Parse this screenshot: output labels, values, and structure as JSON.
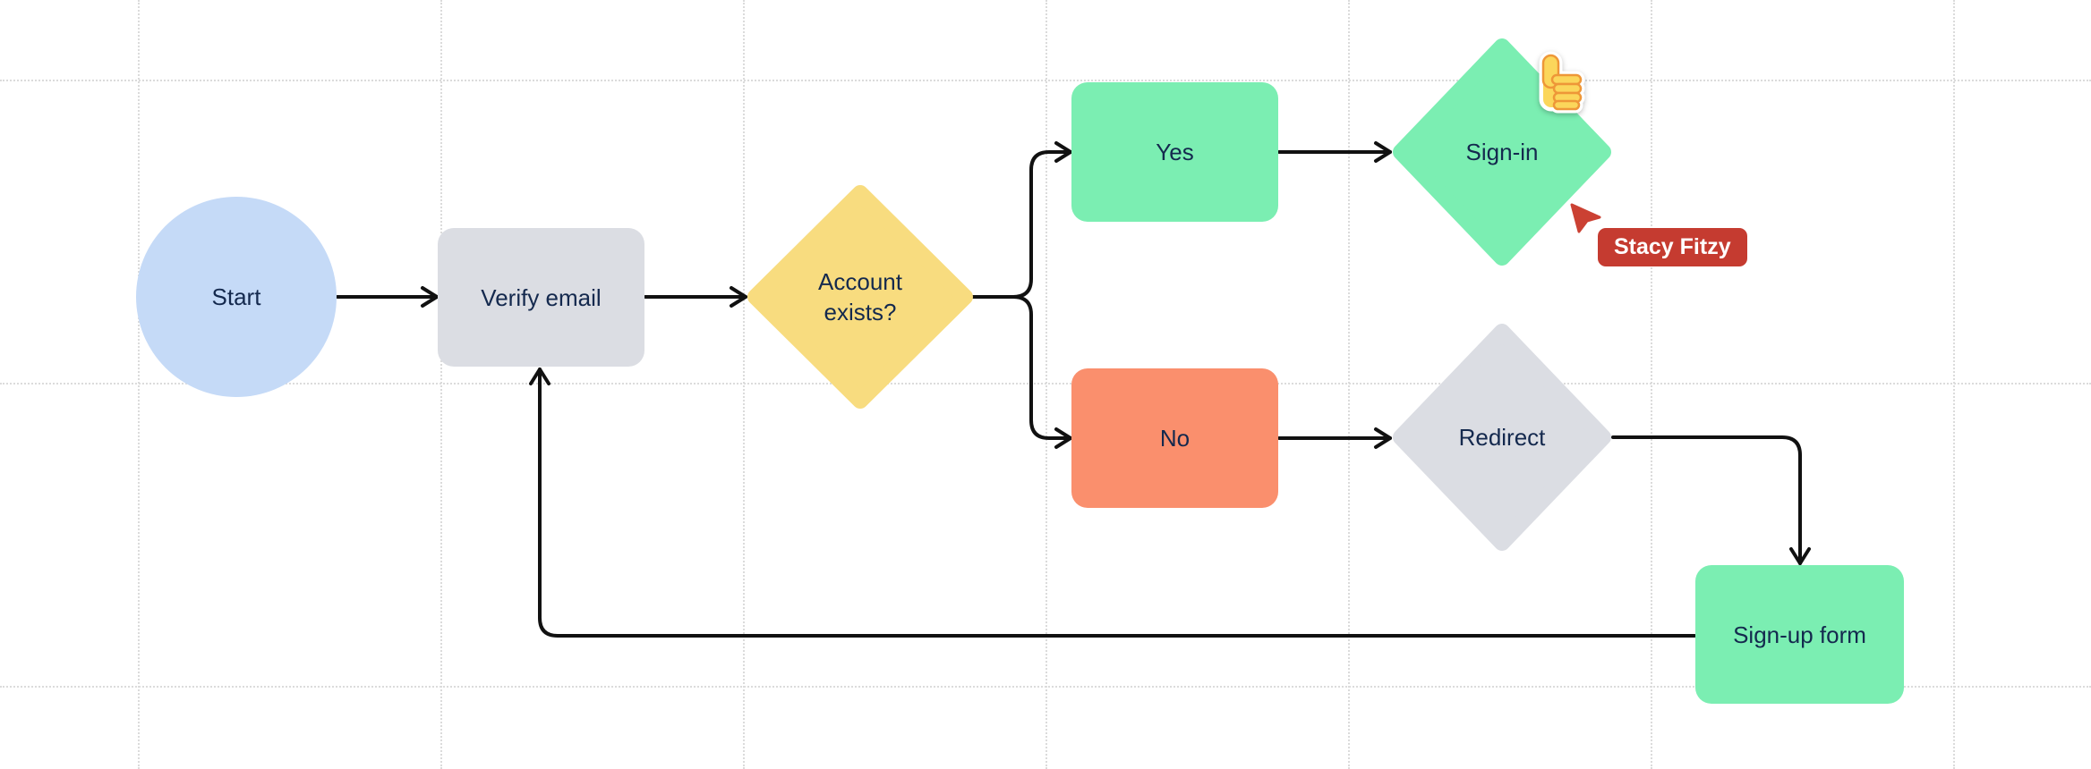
{
  "app": {
    "type": "collaborative-whiteboard-flowchart"
  },
  "theme": {
    "background": "#ffffff",
    "grid_color": "#dbdbdb",
    "text_color": "#14294E",
    "connector_color": "#111111"
  },
  "nodes": {
    "start": {
      "label": "Start",
      "shape": "circle",
      "color": "#C5DAF7"
    },
    "verify_email": {
      "label": "Verify email",
      "shape": "rounded-rect",
      "color": "#DBDDE3"
    },
    "account_exists": {
      "label": "Account exists?",
      "shape": "diamond",
      "color": "#F8DC7F"
    },
    "yes": {
      "label": "Yes",
      "shape": "rounded-rect",
      "color": "#7BEEB2"
    },
    "sign_in": {
      "label": "Sign-in",
      "shape": "diamond",
      "color": "#7BEEB2"
    },
    "no": {
      "label": "No",
      "shape": "rounded-rect",
      "color": "#FA8F6D"
    },
    "redirect": {
      "label": "Redirect",
      "shape": "diamond",
      "color": "#DBDDE3"
    },
    "sign_up_form": {
      "label": "Sign-up form",
      "shape": "rounded-rect",
      "color": "#7BEEB2"
    }
  },
  "connectors": [
    {
      "from": "start",
      "to": "verify_email"
    },
    {
      "from": "verify_email",
      "to": "account_exists"
    },
    {
      "from": "account_exists",
      "to": "yes"
    },
    {
      "from": "account_exists",
      "to": "no"
    },
    {
      "from": "yes",
      "to": "sign_in"
    },
    {
      "from": "no",
      "to": "redirect"
    },
    {
      "from": "redirect",
      "to": "sign_up_form"
    },
    {
      "from": "sign_up_form",
      "to": "verify_email"
    }
  ],
  "collaborator": {
    "name": "Stacy Fitzy",
    "color": "#C53B30",
    "cursor_color": "#CB4133"
  },
  "sticker": {
    "kind": "thumbs-up",
    "yellow": "#FBD65B",
    "outline": "#EE9738"
  }
}
